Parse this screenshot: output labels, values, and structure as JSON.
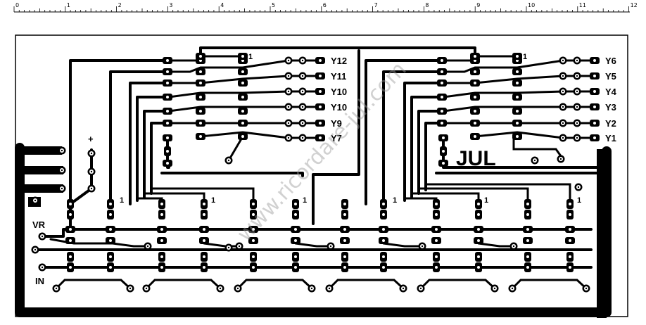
{
  "ruler": {
    "labels": [
      "0",
      "1",
      "2",
      "3",
      "4",
      "5",
      "6",
      "7",
      "8",
      "9",
      "10",
      "11",
      "12"
    ]
  },
  "board": {
    "left_outputs": [
      "Y12",
      "Y11",
      "Y10",
      "Y10",
      "Y9",
      "Y7"
    ],
    "right_outputs": [
      "Y6",
      "Y5",
      "Y4",
      "Y3",
      "Y2",
      "Y1"
    ],
    "pin_one_marker": "1",
    "plus_label": "+",
    "vr_label": "VR",
    "in_label": "IN",
    "brand_label": "JUL",
    "watermark": "www.ricordare-jul.com"
  },
  "colors": {
    "copper": "#000000",
    "background": "#ffffff",
    "watermark": "#9a9a9a"
  }
}
